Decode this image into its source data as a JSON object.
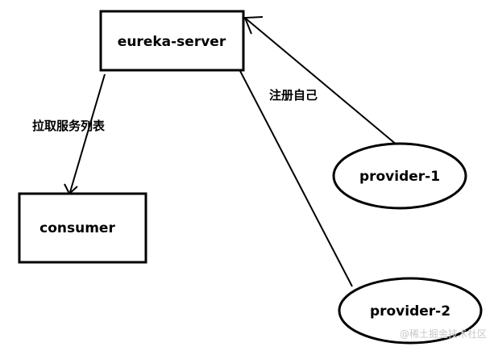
{
  "nodes": {
    "eureka_server": "eureka-server",
    "consumer": "consumer",
    "provider_1": "provider-1",
    "provider_2": "provider-2"
  },
  "edges": {
    "fetch_service_list": "拉取服务列表",
    "register_self": "注册自己"
  },
  "watermark": "@稀土掘金技术社区",
  "colors": {
    "stroke": "#000000",
    "background": "#ffffff",
    "watermark": "#c8c8c8"
  }
}
